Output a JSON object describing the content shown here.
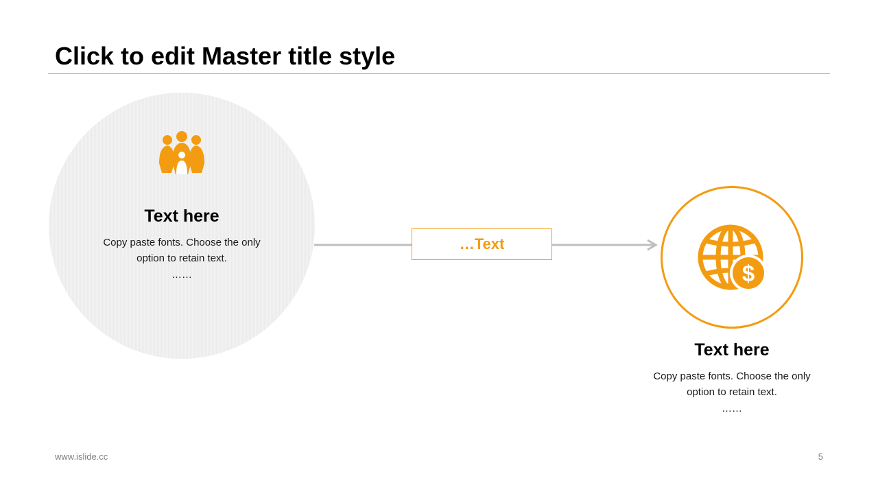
{
  "slide": {
    "title": "Click to edit Master title style",
    "left_item": {
      "icon": "people-group-icon",
      "heading": "Text here",
      "body_line1": "Copy paste fonts. Choose the only",
      "body_line2": "option to retain text.",
      "ellipsis": "……"
    },
    "connector_label": "…Text",
    "right_item": {
      "icon": "globe-dollar-icon",
      "heading": "Text here",
      "body_line1": "Copy paste fonts. Choose the only",
      "body_line2": "option to retain text.",
      "ellipsis": "……"
    },
    "footer": {
      "url": "www.islide.cc",
      "page_number": "5"
    }
  },
  "colors": {
    "accent": "#f39c12",
    "circle_fill": "#efefef",
    "connector": "#bfbfbf",
    "rule": "#a6a6a6"
  }
}
